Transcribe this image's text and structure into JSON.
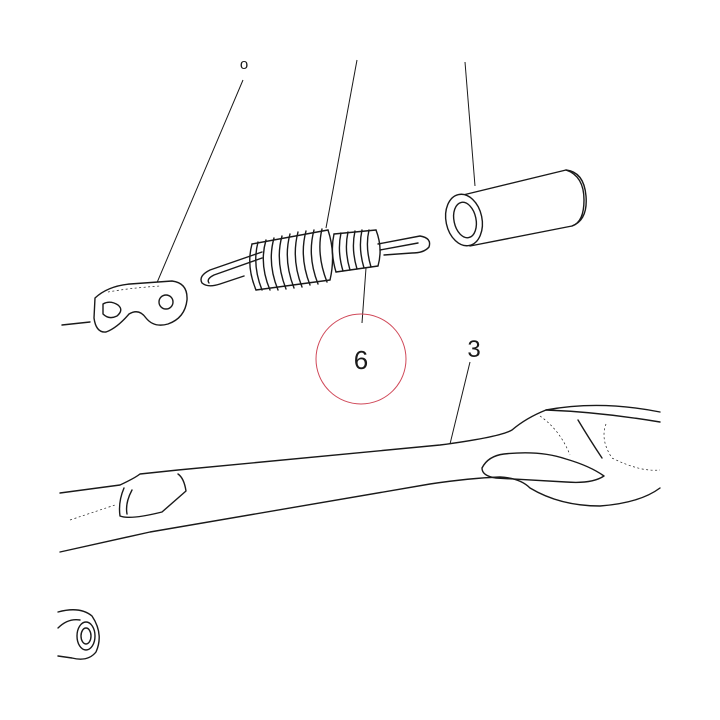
{
  "callouts": {
    "small_ring": "o",
    "frame": "3",
    "spring_highlight": "6"
  },
  "colors": {
    "line": "#1a1a1a",
    "highlight_circle": "#d04a5a",
    "background": "#ffffff"
  }
}
